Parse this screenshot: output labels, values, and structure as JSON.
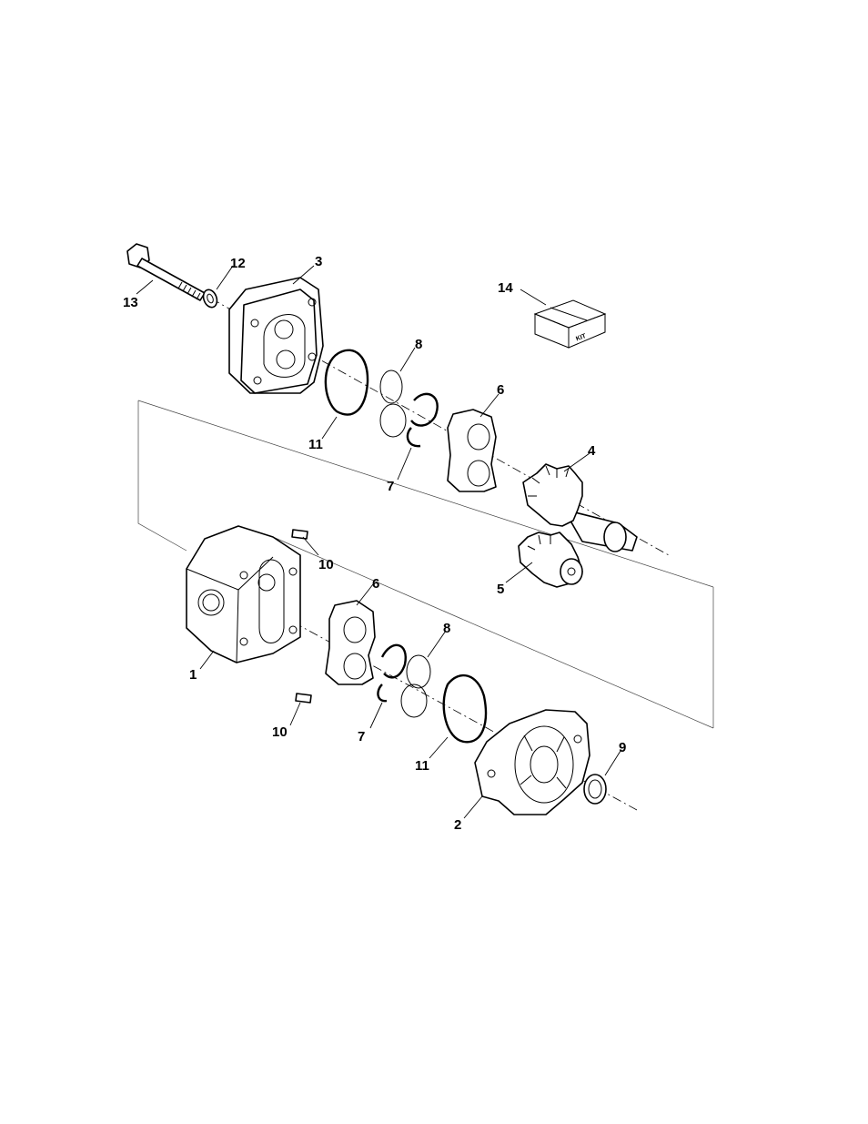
{
  "callouts": {
    "c1": "1",
    "c2": "2",
    "c3": "3",
    "c4": "4",
    "c5": "5",
    "c6_upper": "6",
    "c6_lower": "6",
    "c7_upper": "7",
    "c7_lower": "7",
    "c8_upper": "8",
    "c8_lower": "8",
    "c9": "9",
    "c10_upper": "10",
    "c10_lower": "10",
    "c11_upper": "11",
    "c11_lower": "11",
    "c12": "12",
    "c13": "13",
    "c14": "14"
  },
  "kit_box_label": "KIT"
}
